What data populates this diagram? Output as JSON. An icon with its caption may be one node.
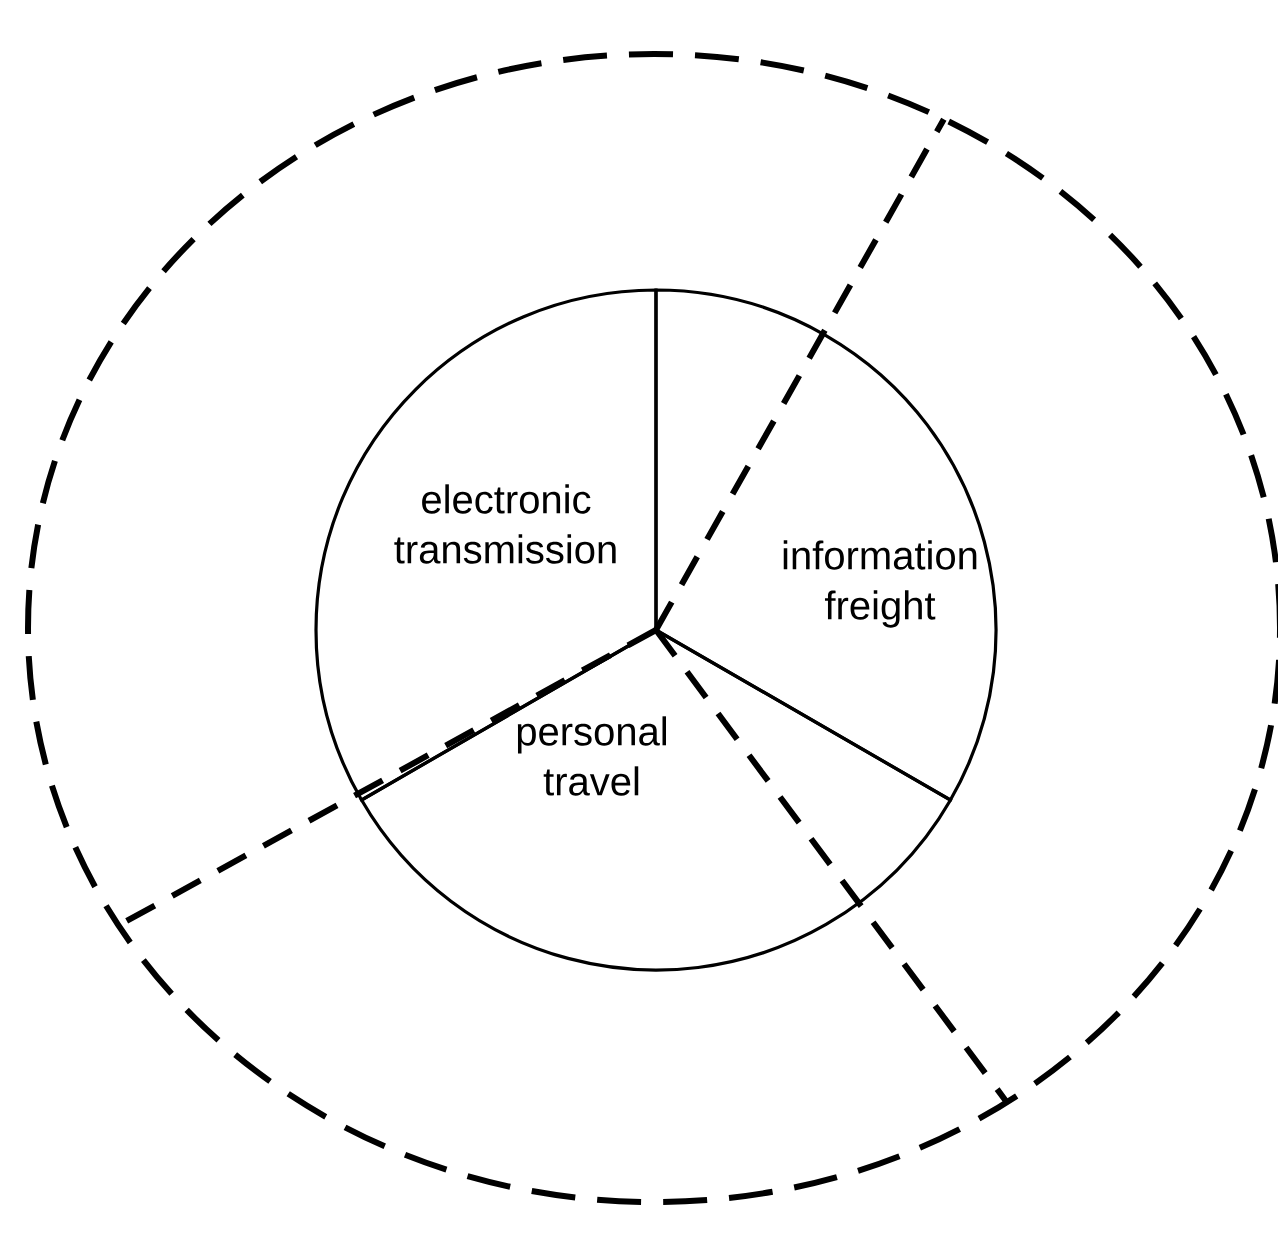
{
  "diagram": {
    "nodes": [
      {
        "text": [
          "electronic transmission"
        ]
      },
      {
        "text": [
          "information freight"
        ]
      },
      {
        "text": [
          "personal travel"
        ]
      }
    ]
  }
}
